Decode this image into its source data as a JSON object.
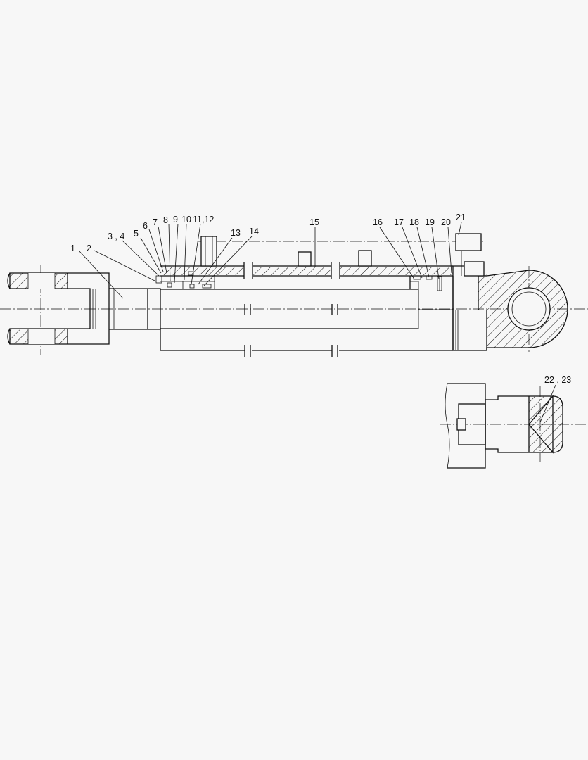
{
  "diagram": {
    "callouts": [
      {
        "id": "c1",
        "text": "1"
      },
      {
        "id": "c2",
        "text": "2"
      },
      {
        "id": "c3",
        "text": "3 , 4"
      },
      {
        "id": "c5",
        "text": "5"
      },
      {
        "id": "c6",
        "text": "6"
      },
      {
        "id": "c7",
        "text": "7"
      },
      {
        "id": "c8",
        "text": "8"
      },
      {
        "id": "c9",
        "text": "9"
      },
      {
        "id": "c10",
        "text": "10"
      },
      {
        "id": "c11",
        "text": "11,12"
      },
      {
        "id": "c13",
        "text": "13"
      },
      {
        "id": "c14",
        "text": "14"
      },
      {
        "id": "c15",
        "text": "15"
      },
      {
        "id": "c16",
        "text": "16"
      },
      {
        "id": "c17",
        "text": "17"
      },
      {
        "id": "c18",
        "text": "18"
      },
      {
        "id": "c19",
        "text": "19"
      },
      {
        "id": "c20",
        "text": "20"
      },
      {
        "id": "c21",
        "text": "21"
      },
      {
        "id": "c22",
        "text": "22 , 23"
      }
    ]
  }
}
